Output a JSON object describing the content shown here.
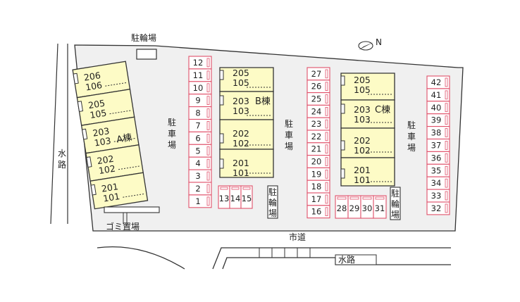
{
  "labels": {
    "bicycle_top": "駐輪場",
    "water_left": [
      "水",
      "路"
    ],
    "garbage": "ゴミ置場",
    "city_road": "市道",
    "water_bottom": "水路",
    "parking": [
      "駐",
      "車",
      "場"
    ],
    "bicycle_b": [
      "駐",
      "輪",
      "場"
    ],
    "bicycle_c": [
      "駐",
      "輪",
      "場"
    ]
  },
  "compass": "N",
  "buildings": {
    "A": {
      "label": "A棟",
      "units": [
        [
          "206",
          "106"
        ],
        [
          "205",
          "105"
        ],
        [
          "203",
          "103"
        ],
        [
          "202",
          "102"
        ],
        [
          "201",
          "101"
        ]
      ]
    },
    "B": {
      "label": "B棟",
      "units": [
        [
          "205",
          "105"
        ],
        [
          "203",
          "103"
        ],
        [
          "202",
          "102"
        ],
        [
          "201",
          "101"
        ]
      ]
    },
    "C": {
      "label": "C棟",
      "units": [
        [
          "205",
          "105"
        ],
        [
          "203",
          "103"
        ],
        [
          "202",
          "102"
        ],
        [
          "201",
          "101"
        ]
      ]
    }
  },
  "parking": {
    "col1": [
      "12",
      "11",
      "10",
      "9",
      "8",
      "7",
      "6",
      "5",
      "4",
      "3",
      "2",
      "1"
    ],
    "row1": [
      "13",
      "14",
      "15"
    ],
    "col2": [
      "27",
      "26",
      "25",
      "24",
      "23",
      "22",
      "21",
      "20",
      "19",
      "18",
      "17",
      "16"
    ],
    "row2": [
      "28",
      "29",
      "30",
      "31"
    ],
    "col3": [
      "42",
      "41",
      "40",
      "39",
      "38",
      "37",
      "36",
      "35",
      "34",
      "33",
      "32"
    ]
  },
  "colors": {
    "building_fill": "#fdfbc6",
    "lot_fill": "#f0f0f0",
    "parking_stroke": "#e0506a",
    "line": "#333333"
  }
}
